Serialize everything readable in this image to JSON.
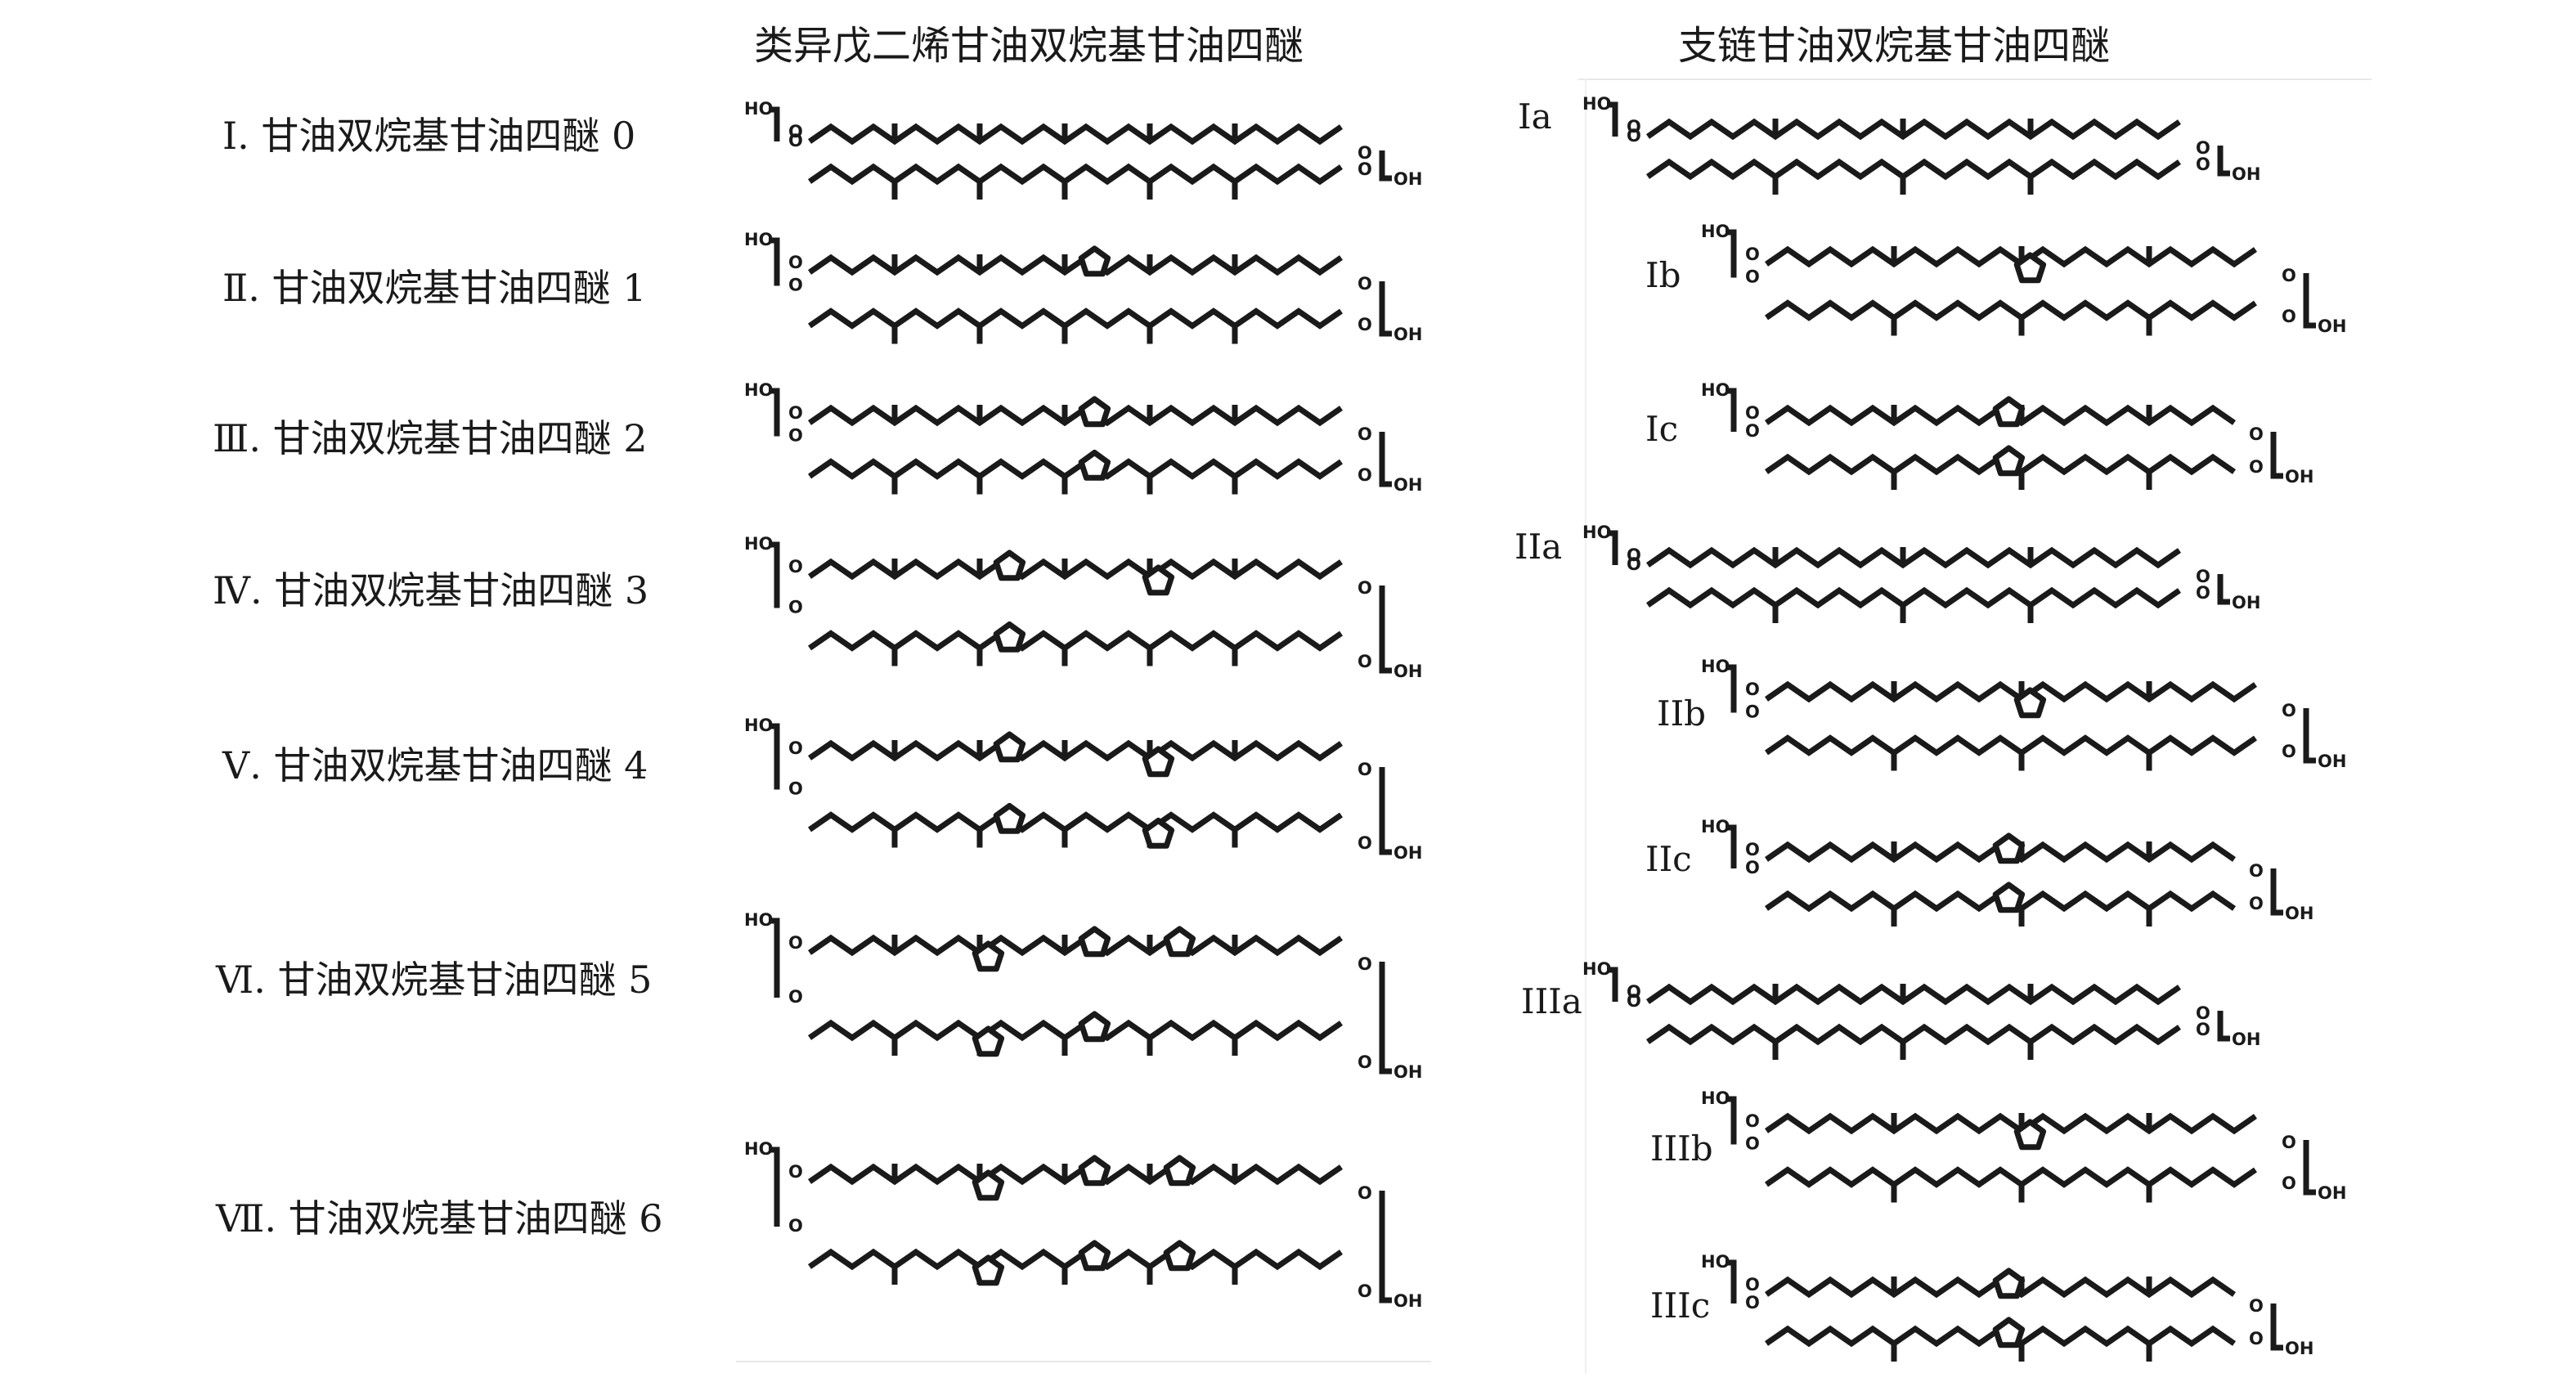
{
  "headings": {
    "left": "类异戊二烯甘油双烷基甘油四醚",
    "right": "支链甘油双烷基甘油四醚"
  },
  "atom_labels": {
    "ho": "HO",
    "oh": "OH",
    "o": "O"
  },
  "left_rows": [
    {
      "label": "Ⅰ. 甘油双烷基甘油四醚 0",
      "rings": 0
    },
    {
      "label": "Ⅱ. 甘油双烷基甘油四醚 1",
      "rings": 1
    },
    {
      "label": "Ⅲ. 甘油双烷基甘油四醚 2",
      "rings": 2
    },
    {
      "label": "Ⅳ. 甘油双烷基甘油四醚 3",
      "rings": 3
    },
    {
      "label": "Ⅴ. 甘油双烷基甘油四醚 4",
      "rings": 4
    },
    {
      "label": "Ⅵ. 甘油双烷基甘油四醚 5",
      "rings": 5
    },
    {
      "label": "Ⅶ. 甘油双烷基甘油四醚 6",
      "rings": 6
    }
  ],
  "right_rows": [
    {
      "label": "Ia",
      "rings": 0
    },
    {
      "label": "Ib",
      "rings": 1
    },
    {
      "label": "Ic",
      "rings": 2
    },
    {
      "label": "IIa",
      "rings": 0
    },
    {
      "label": "IIb",
      "rings": 1
    },
    {
      "label": "IIc",
      "rings": 2
    },
    {
      "label": "IIIa",
      "rings": 0
    },
    {
      "label": "IIIb",
      "rings": 1
    },
    {
      "label": "IIIc",
      "rings": 2
    }
  ]
}
